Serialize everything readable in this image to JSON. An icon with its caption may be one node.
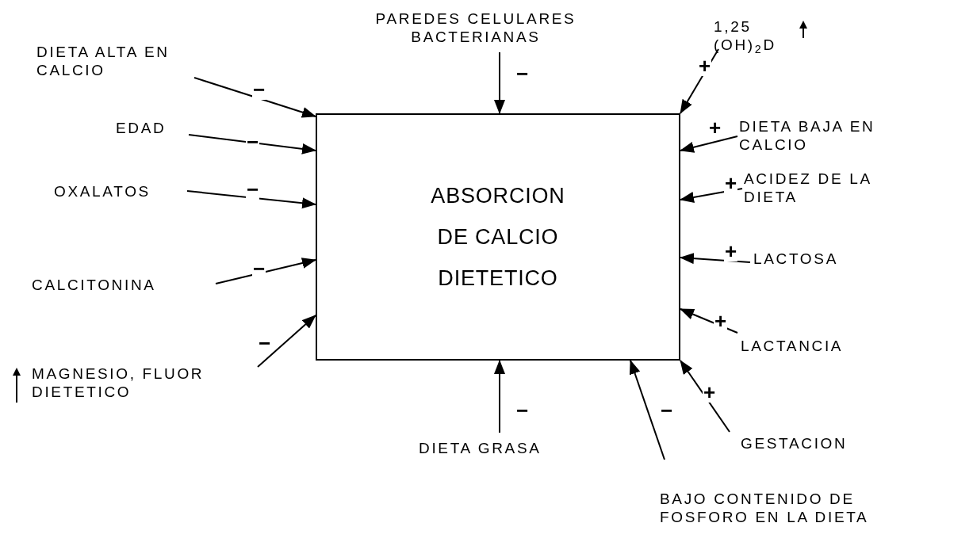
{
  "diagram": {
    "nodes": [
      {
        "text": [
          "ABSORCION DE CALCIO DIETETICO"
        ]
      },
      {
        "text": [
          "PAREDES CELULARES BACTERIANAS"
        ]
      },
      {
        "text": [
          "1,25 (OH)$_{2}$D"
        ]
      },
      {
        "text": [
          "DIETA ALTA EN CALCIO"
        ]
      },
      {
        "text": [
          "EDAD"
        ]
      },
      {
        "text": [
          "OXALATOS"
        ]
      },
      {
        "text": [
          "DIETA BAJA EN CALCIO"
        ]
      },
      {
        "text": [
          "ACIDEZ DE LA DIETA"
        ]
      },
      {
        "text": [
          "CALCITONINA"
        ]
      },
      {
        "text": [
          "LACTOSA"
        ]
      },
      {
        "text": [
          "LACTANCIA"
        ]
      },
      {
        "text": [
          "MAGNESIO, FLUOR DIETETICO"
        ]
      },
      {
        "text": [
          "DIETA GRASA"
        ]
      },
      {
        "text": [
          "GESTACION"
        ]
      },
      {
        "text": [
          "BAJO CONTENIDO DE FOSFORO EN LA DIETA"
        ]
      }
    ],
    "edges": [
      {
        "from": 1,
        "to": 0,
        "arrow": "to",
        "label": "−"
      },
      {
        "from": 2,
        "to": 0,
        "arrow": "to",
        "label": "+"
      },
      {
        "from": 3,
        "to": 0,
        "arrow": "to",
        "label": "−"
      },
      {
        "from": 4,
        "to": 0,
        "arrow": "to",
        "label": "−"
      },
      {
        "from": 5,
        "to": 0,
        "arrow": "to",
        "label": "−"
      },
      {
        "from": 6,
        "to": 0,
        "arrow": "to",
        "label": "+"
      },
      {
        "from": 7,
        "to": 0,
        "arrow": "to",
        "label": "+"
      },
      {
        "from": 8,
        "to": 0,
        "arrow": "to",
        "label": "−"
      },
      {
        "from": 9,
        "to": 0,
        "arrow": "to",
        "label": "+"
      },
      {
        "from": 10,
        "to": 0,
        "arrow": "to",
        "label": "+"
      },
      {
        "from": 11,
        "to": 0,
        "arrow": "to",
        "label": "−"
      },
      {
        "from": 12,
        "to": 0,
        "arrow": "to",
        "label": "−"
      },
      {
        "from": 13,
        "to": 0,
        "arrow": "to",
        "label": "+"
      },
      {
        "from": 14,
        "to": 0,
        "arrow": "to",
        "label": "−"
      }
    ]
  }
}
